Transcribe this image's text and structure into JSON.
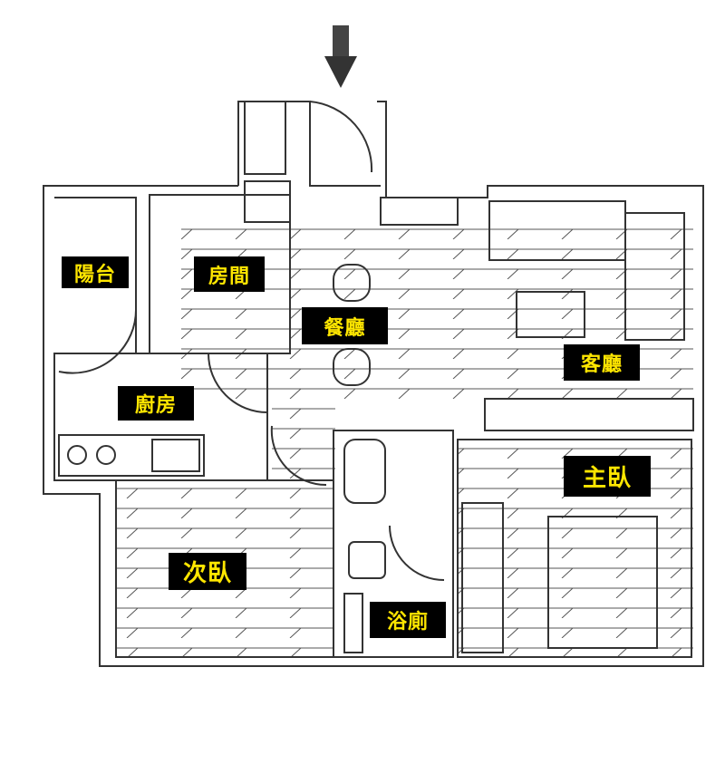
{
  "plan": {
    "entrance_marker": "arrow-down",
    "rooms": [
      {
        "id": "balcony",
        "label": "陽台"
      },
      {
        "id": "room",
        "label": "房間"
      },
      {
        "id": "dining",
        "label": "餐廳"
      },
      {
        "id": "living",
        "label": "客廳"
      },
      {
        "id": "kitchen",
        "label": "廚房"
      },
      {
        "id": "master-bedroom",
        "label": "主臥"
      },
      {
        "id": "second-bedroom",
        "label": "次臥"
      },
      {
        "id": "bathroom",
        "label": "浴廁"
      }
    ]
  },
  "colors": {
    "label_bg": "#000000",
    "label_text": "#ffe600",
    "wall": "#333333"
  }
}
